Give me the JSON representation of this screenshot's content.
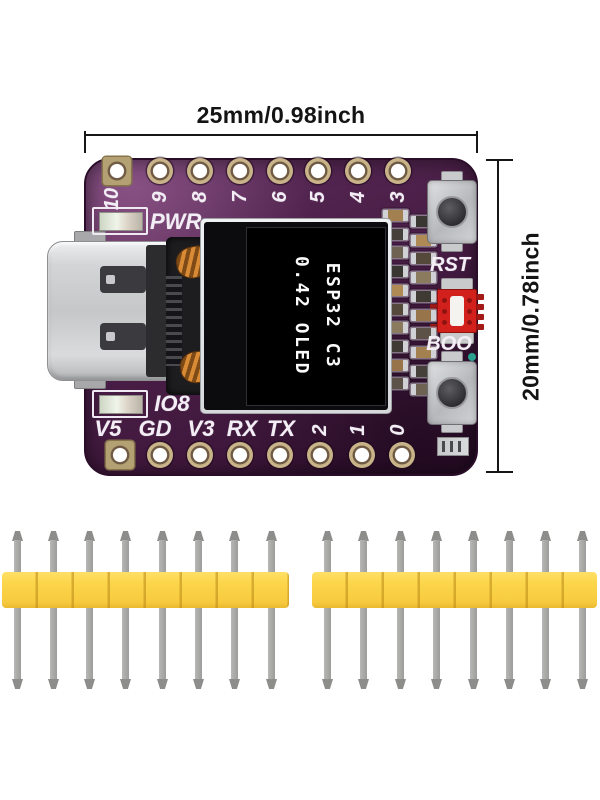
{
  "annotations": {
    "width_dimension": "25mm/0.98inch",
    "height_dimension": "20mm/0.78inch"
  },
  "board": {
    "oled_display": {
      "line1": "ESP32 C3",
      "line2": "0.42 OLED"
    },
    "labels": {
      "power_led": "PWR",
      "io8_led": "IO8",
      "reset_button": "RST",
      "boot_button": "BOO"
    },
    "top_pins": [
      "10",
      "9",
      "8",
      "7",
      "6",
      "5",
      "4",
      "3"
    ],
    "bottom_pins": [
      "V5",
      "GD",
      "V3",
      "RX",
      "TX",
      "2",
      "1",
      "0"
    ]
  },
  "colors": {
    "pcb_purple": "#4a1d45",
    "header_yellow": "#fcd64b",
    "switch_red": "#d2211d",
    "indicator_teal": "#27a08e",
    "dimension_text": "#161616"
  }
}
